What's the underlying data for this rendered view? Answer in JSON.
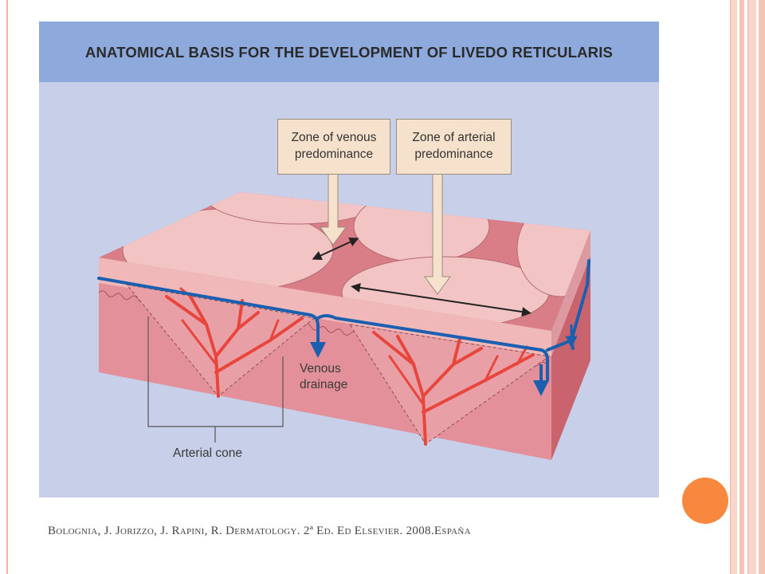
{
  "figure": {
    "title": "ANATOMICAL BASIS FOR THE DEVELOPMENT OF LIVEDO RETICULARIS",
    "callouts": {
      "venous": [
        "Zone of venous",
        "predominance"
      ],
      "arterial": [
        "Zone of arterial",
        "predominance"
      ]
    },
    "labels": {
      "venous_drainage": [
        "Venous",
        "drainage"
      ],
      "arterial_cone": "Arterial cone"
    }
  },
  "citation": "Bolognia, J. Jorizzo, J. Rapini, R. Dermatology. 2ª Ed. Ed Elsevier. 2008.España",
  "colors": {
    "header": "#8ea9dc",
    "background": "#c7cfe9",
    "skin_top": "#d97d86",
    "skin_side": "#e3909a",
    "vessel_artery": "#e8453c",
    "vessel_vein": "#1a5fb0",
    "accent_dot": "#f7883e"
  }
}
